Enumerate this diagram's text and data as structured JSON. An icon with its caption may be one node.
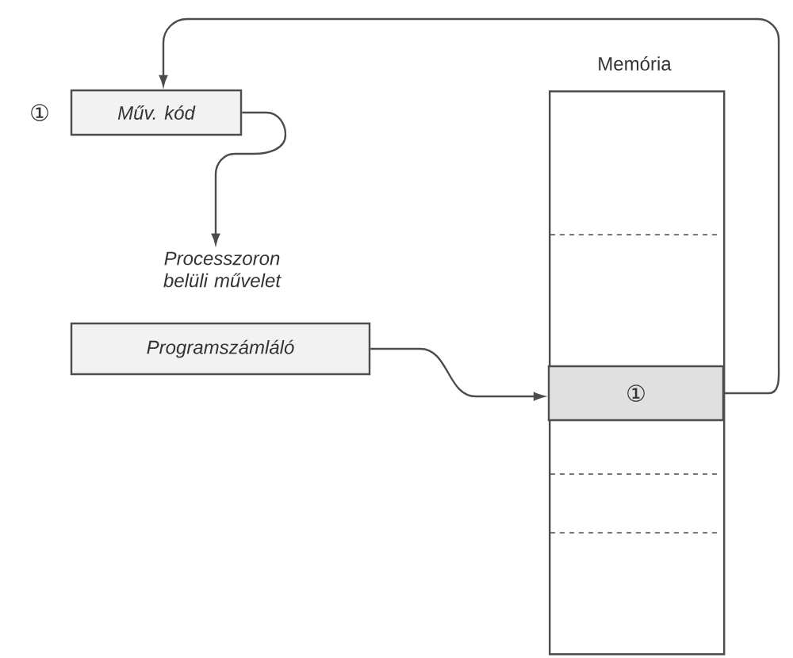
{
  "diagram": {
    "nodes": [
      {
        "text": [
          "Memória"
        ]
      },
      {
        "text": [
          "①"
        ],
        "in": 0
      },
      {
        "text": [
          "Műv. kód"
        ],
        "beside": [
          "①"
        ]
      },
      {
        "text": [
          "Processzoron belüli művelet"
        ]
      },
      {
        "text": [
          "Programszámláló"
        ]
      }
    ],
    "edges": [
      {
        "from": 1,
        "to": 2,
        "arrow": "to"
      },
      {
        "from": 2,
        "to": 3,
        "arrow": "to"
      },
      {
        "from": 4,
        "to": 1,
        "arrow": "to"
      }
    ]
  }
}
